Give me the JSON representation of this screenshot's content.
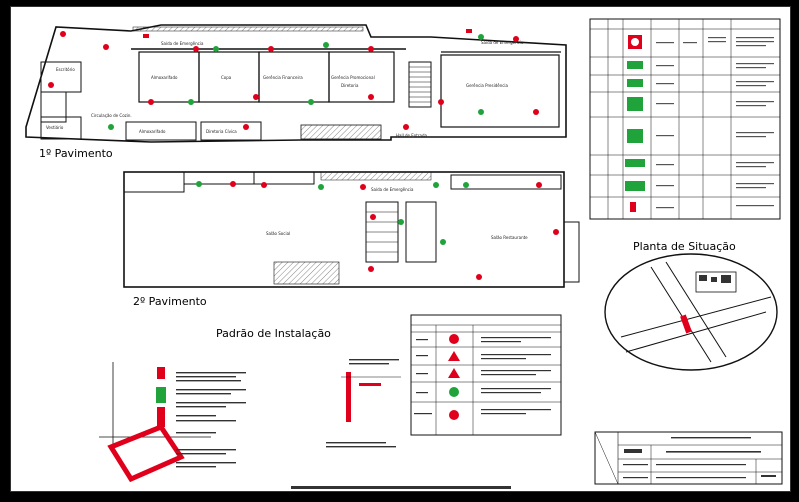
{
  "floors": {
    "floor1_label": "1º Pavimento",
    "floor2_label": "2º Pavimento",
    "floor1_rooms": [
      "Saída de Emergência",
      "Saída de Emergência",
      "Almoxarifado",
      "Copa",
      "Gerência Financeira",
      "Gerência Promocional",
      "Diretoria",
      "Gerência Presidência",
      "Vestiário",
      "Escritório",
      "Circulação de Cozin.",
      "Almoxarifado",
      "Diretoria Cívica",
      "Hall de Entrada"
    ],
    "floor2_rooms": [
      "Saída de Emergência",
      "Salão Social",
      "Salão Restaurante"
    ]
  },
  "installation": {
    "title": "Padrão de Instalação"
  },
  "situation": {
    "title": "Planta de Situação"
  },
  "colors": {
    "red": "#e0001b",
    "green": "#1fa33a",
    "line": "#111111"
  },
  "icons": [
    "fire-extinguisher-icon",
    "emergency-exit-icon",
    "emergency-light-icon",
    "alarm-icon"
  ]
}
